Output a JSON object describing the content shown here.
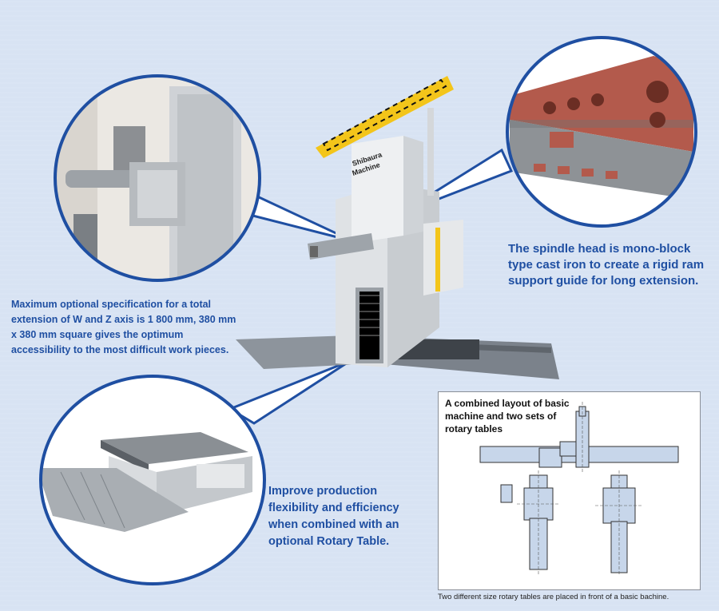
{
  "callouts": {
    "extension": "Maximum optional specification for a total extension of W and Z axis is 1 800 mm, 380 mm x 380 mm square gives the optimum accessibility to the most difficult work pieces.",
    "spindle_head": "The spindle head is mono-block type cast iron to create a rigid ram support guide for long extension.",
    "rotary_table": "Improve production flexibility and efficiency when combined with an optional Rotary Table."
  },
  "machine": {
    "brand_line1": "Shibaura",
    "brand_line2": "Machine"
  },
  "layout_diagram": {
    "title": "A combined layout of basic machine and two sets of rotary tables",
    "footnote": "Two different size rotary tables are placed in front of a basic bachine."
  },
  "colors": {
    "accent_blue": "#1f4fa2",
    "background": "#d8e3f3",
    "diagram_fill": "#c7d6ea"
  }
}
